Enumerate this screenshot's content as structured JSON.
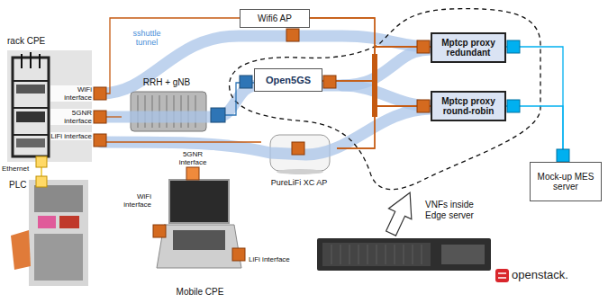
{
  "diagram": {
    "nodes": [
      {
        "text": [
          "rack CPE"
        ]
      },
      {
        "text": [
          "PLC"
        ]
      },
      {
        "text": [
          "Mobile CPE"
        ]
      },
      {
        "text": [
          "RRH + gNB"
        ]
      },
      {
        "text": [
          "Wifi6 AP"
        ]
      },
      {
        "text": [
          "Open5GS"
        ]
      },
      {
        "text": [
          "PureLiFi XC AP"
        ]
      },
      {
        "text": [
          "Mptcp proxy redundant"
        ]
      },
      {
        "text": [
          "Mptcp proxy round-robin"
        ]
      },
      {
        "text": [
          "Mock-up MES server"
        ]
      }
    ],
    "edges": [
      {
        "from": 0,
        "to": 4,
        "arrow": "none"
      },
      {
        "from": 0,
        "to": 3,
        "arrow": "none"
      },
      {
        "from": 0,
        "to": 6,
        "arrow": "none"
      },
      {
        "from": 0,
        "to": 1,
        "arrow": "none"
      },
      {
        "from": 3,
        "to": 5,
        "arrow": "none"
      },
      {
        "from": 4,
        "to": 7,
        "arrow": "none"
      },
      {
        "from": 4,
        "to": 8,
        "arrow": "none"
      },
      {
        "from": 5,
        "to": 7,
        "arrow": "none"
      },
      {
        "from": 5,
        "to": 8,
        "arrow": "none"
      },
      {
        "from": 6,
        "to": 7,
        "arrow": "none"
      },
      {
        "from": 6,
        "to": 8,
        "arrow": "none"
      },
      {
        "from": 7,
        "to": 9,
        "arrow": "none"
      },
      {
        "from": 8,
        "to": 9,
        "arrow": "none"
      }
    ],
    "labels": [
      "sshuttle tunnel",
      "WiFi interface",
      "5GNR interface",
      "LiFi interface",
      "Ethernet",
      "5GNR interface",
      "WiFi interface",
      "LiFi interface",
      "VNFs inside Edge server",
      "openstack."
    ]
  }
}
